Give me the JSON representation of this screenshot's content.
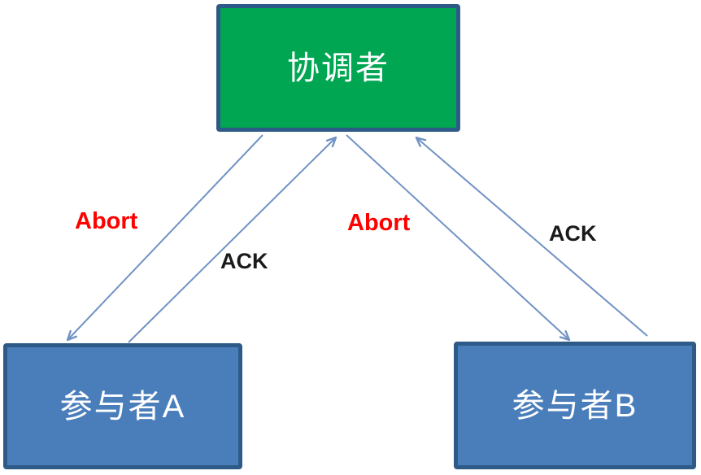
{
  "diagram": {
    "title_hint": "two-phase-commit abort phase",
    "nodes": {
      "coordinator": {
        "label": "协调者",
        "fill": "#00a651",
        "border": "#2d5a87",
        "text_color": "#ffffff"
      },
      "participant_a": {
        "label": "参与者A",
        "fill": "#4a7ebb",
        "border": "#2d5a87",
        "text_color": "#ffffff"
      },
      "participant_b": {
        "label": "参与者B",
        "fill": "#4a7ebb",
        "border": "#2d5a87",
        "text_color": "#ffffff"
      }
    },
    "edges": {
      "abort_to_a": {
        "label": "Abort",
        "label_color": "#ff0000",
        "from": "coordinator",
        "to": "participant_a"
      },
      "ack_from_a": {
        "label": "ACK",
        "label_color": "#1a1a1a",
        "from": "participant_a",
        "to": "coordinator"
      },
      "abort_to_b": {
        "label": "Abort",
        "label_color": "#ff0000",
        "from": "coordinator",
        "to": "participant_b"
      },
      "ack_from_b": {
        "label": "ACK",
        "label_color": "#1a1a1a",
        "from": "participant_b",
        "to": "coordinator"
      }
    },
    "colors": {
      "arrow": "#7092c4",
      "background": "#ffffff"
    }
  }
}
